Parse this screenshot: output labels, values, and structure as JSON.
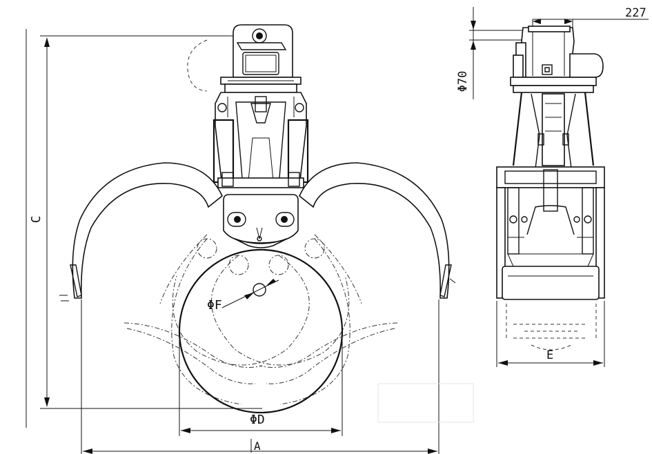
{
  "dimensions": {
    "A": "A",
    "C": "C",
    "D": "ΦD",
    "E": "E",
    "F": "ΦF",
    "pin_diameter": "Φ70",
    "width_227": "227"
  }
}
